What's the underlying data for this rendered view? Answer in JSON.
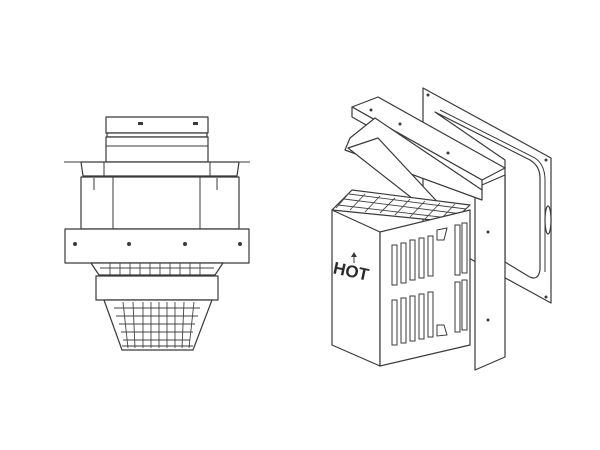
{
  "figure": {
    "description": "Two line drawings of a direct-vent wall terminal with wire guard",
    "views": [
      {
        "name": "front-elevation-view",
        "label": ""
      },
      {
        "name": "isometric-view",
        "label": ""
      }
    ],
    "isometric": {
      "warning_text": "HOT"
    },
    "colors": {
      "line": "#3a3a3a",
      "background": "#ffffff"
    }
  }
}
